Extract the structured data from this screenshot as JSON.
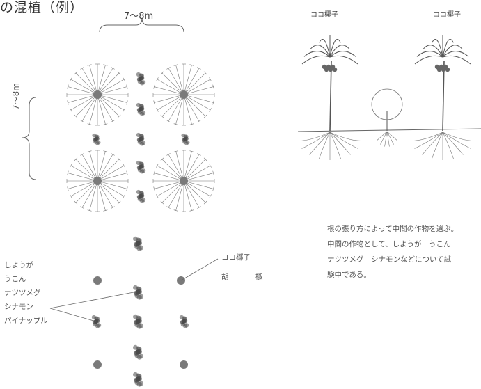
{
  "header": {
    "title": "の混植（例）"
  },
  "spacing": {
    "width_label": "7〜8m",
    "height_label": "7〜8m"
  },
  "elevation": {
    "left_tree": "ココ椰子",
    "right_tree": "ココ椰子"
  },
  "note": {
    "lines": [
      "根の張り方によって中間の作物を選ぶ。",
      "中間の作物として、しようが　うこん",
      "ナツツメグ　シナモンなどについて試",
      "験中である。"
    ]
  },
  "legend": {
    "intercrops": [
      "しようが",
      "うこん",
      "ナツツメグ",
      "シナモン",
      "パイナップル"
    ],
    "coconut": "ココ椰子",
    "pepper": "胡　椒"
  },
  "colors": {
    "ink": "#555555",
    "plant": "#7a7a7a",
    "dark_plant": "#4a4a4a"
  }
}
